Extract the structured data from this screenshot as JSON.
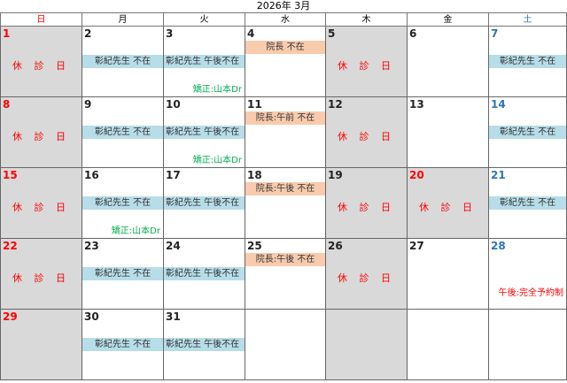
{
  "title": "2026年  3月",
  "weekdays": [
    {
      "label": "日",
      "color": "red"
    },
    {
      "label": "月",
      "color": "black"
    },
    {
      "label": "火",
      "color": "black"
    },
    {
      "label": "水",
      "color": "black"
    },
    {
      "label": "木",
      "color": "black"
    },
    {
      "label": "金",
      "color": "black"
    },
    {
      "label": "土",
      "color": "blue"
    }
  ],
  "labels": {
    "closed": "休 診 日",
    "akinori_absent": "彰紀先生  不在",
    "akinori_pm_absent": "彰紀先生  午後不在",
    "director_absent": "院長  不在",
    "director_am_absent": "院長:午前  不在",
    "director_pm_absent": "院長:午後  不在",
    "ortho_yamamoto": "矯正:山本Dr",
    "pm_reservation_only": "午後:完全予約制"
  },
  "weeks": [
    [
      {
        "day": "1",
        "color": "red",
        "closed": true,
        "events": [
          "closed"
        ]
      },
      {
        "day": "2",
        "color": "black",
        "events": [
          "akinori_absent"
        ]
      },
      {
        "day": "3",
        "color": "black",
        "events": [
          "akinori_pm_absent",
          "ortho_yamamoto"
        ]
      },
      {
        "day": "4",
        "color": "black",
        "events": [
          "director_absent"
        ]
      },
      {
        "day": "5",
        "color": "black",
        "closed": true,
        "events": [
          "closed"
        ]
      },
      {
        "day": "6",
        "color": "black",
        "events": []
      },
      {
        "day": "7",
        "color": "blue",
        "events": [
          "akinori_absent"
        ]
      }
    ],
    [
      {
        "day": "8",
        "color": "red",
        "closed": true,
        "events": [
          "closed"
        ]
      },
      {
        "day": "9",
        "color": "black",
        "events": [
          "akinori_absent"
        ]
      },
      {
        "day": "10",
        "color": "black",
        "events": [
          "akinori_pm_absent",
          "ortho_yamamoto"
        ]
      },
      {
        "day": "11",
        "color": "black",
        "events": [
          "director_am_absent"
        ]
      },
      {
        "day": "12",
        "color": "black",
        "closed": true,
        "events": [
          "closed"
        ]
      },
      {
        "day": "13",
        "color": "black",
        "events": []
      },
      {
        "day": "14",
        "color": "blue",
        "events": [
          "akinori_absent"
        ]
      }
    ],
    [
      {
        "day": "15",
        "color": "red",
        "closed": true,
        "events": [
          "closed"
        ]
      },
      {
        "day": "16",
        "color": "black",
        "events": [
          "akinori_absent",
          "ortho_yamamoto"
        ]
      },
      {
        "day": "17",
        "color": "black",
        "events": [
          "akinori_pm_absent"
        ]
      },
      {
        "day": "18",
        "color": "black",
        "events": [
          "director_pm_absent"
        ]
      },
      {
        "day": "19",
        "color": "black",
        "closed": true,
        "events": [
          "closed"
        ]
      },
      {
        "day": "20",
        "color": "red",
        "closed": true,
        "events": [
          "closed"
        ]
      },
      {
        "day": "21",
        "color": "blue",
        "events": [
          "akinori_absent"
        ]
      }
    ],
    [
      {
        "day": "22",
        "color": "red",
        "closed": true,
        "events": [
          "closed"
        ]
      },
      {
        "day": "23",
        "color": "black",
        "events": [
          "akinori_absent"
        ]
      },
      {
        "day": "24",
        "color": "black",
        "events": [
          "akinori_pm_absent"
        ]
      },
      {
        "day": "25",
        "color": "black",
        "events": [
          "director_pm_absent"
        ]
      },
      {
        "day": "26",
        "color": "black",
        "closed": true,
        "events": [
          "closed"
        ]
      },
      {
        "day": "27",
        "color": "black",
        "events": []
      },
      {
        "day": "28",
        "color": "blue",
        "events": [
          "pm_reservation_only"
        ]
      }
    ],
    [
      {
        "day": "29",
        "color": "red",
        "closed": true,
        "events": []
      },
      {
        "day": "30",
        "color": "black",
        "events": [
          "akinori_absent"
        ]
      },
      {
        "day": "31",
        "color": "black",
        "events": [
          "akinori_pm_absent"
        ]
      },
      {
        "day": "",
        "color": "black",
        "events": []
      },
      {
        "day": "",
        "color": "black",
        "closed": true,
        "events": []
      },
      {
        "day": "",
        "color": "black",
        "events": []
      },
      {
        "day": "",
        "color": "black",
        "events": []
      }
    ]
  ],
  "colors": {
    "sunday": "#ff0000",
    "saturday": "#2e75b6",
    "closed_bg": "#d9d9d9",
    "akinori_bar": "#b7dde8",
    "director_bar": "#f8cbad",
    "ortho_note": "#00b050"
  }
}
